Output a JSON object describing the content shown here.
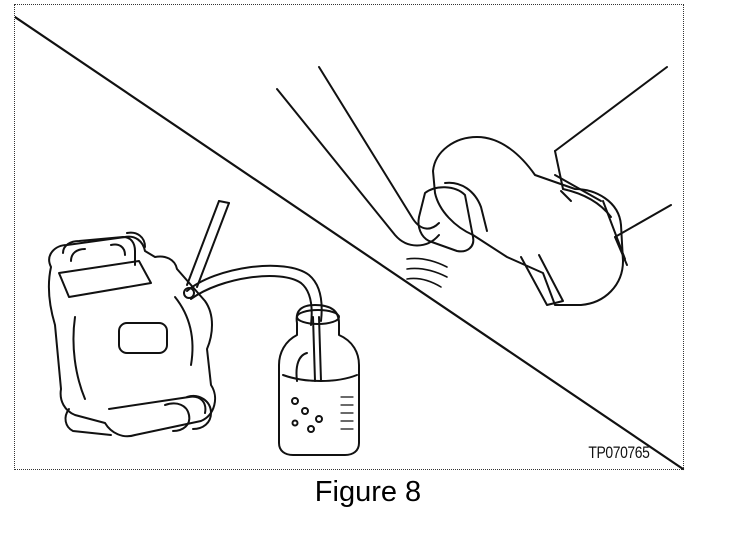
{
  "figure": {
    "code": "TP070765",
    "caption": "Figure 8"
  },
  "illustration": {
    "panels": [
      "brake-caliper-bleeding",
      "foot-pressing-brake-pedal"
    ],
    "line_color": "#111111"
  }
}
